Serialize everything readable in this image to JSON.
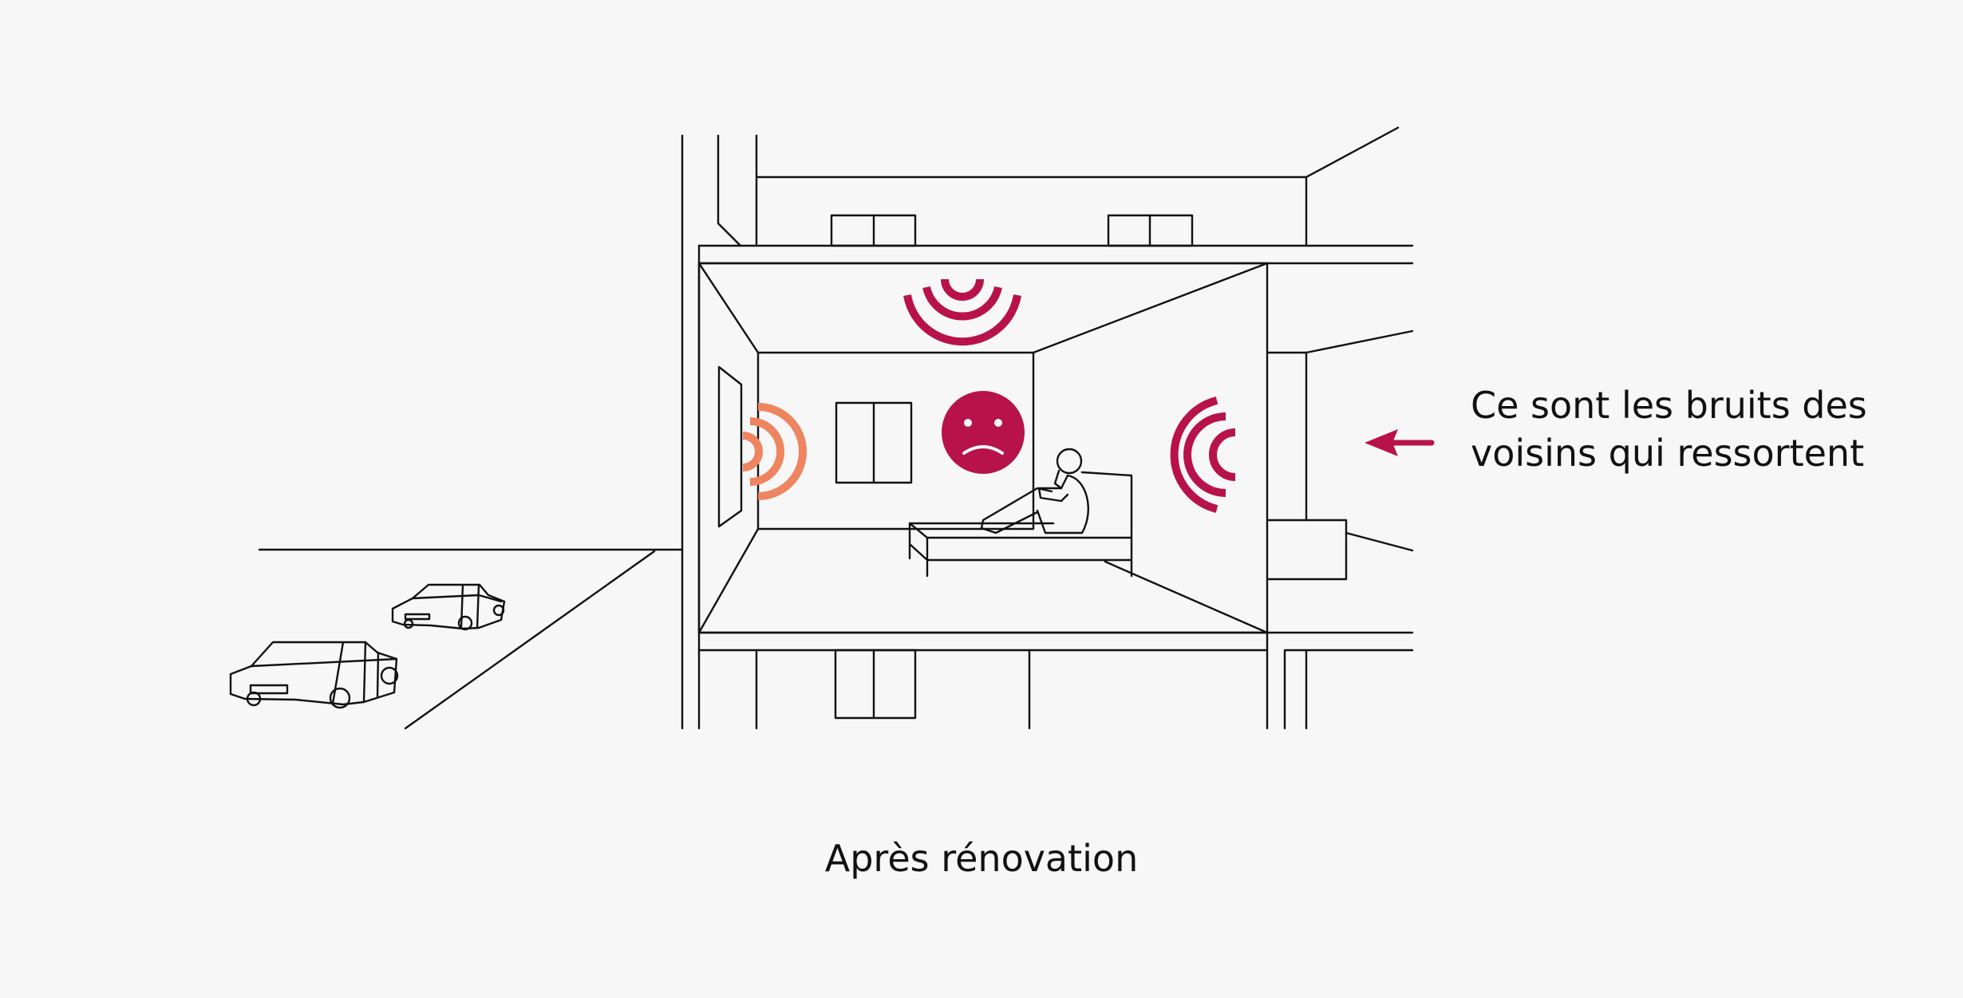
{
  "annotation": {
    "line1": "Ce sont les bruits des",
    "line2": "voisins qui ressortent"
  },
  "caption": "Après rénovation",
  "colors": {
    "background": "#f7f7f7",
    "line": "#111111",
    "crimson": "#b8124a",
    "orange": "#ef8560"
  },
  "icons": {
    "face": "sad-face-icon",
    "arrow": "arrow-left-icon",
    "sound": "sound-wave-icon"
  }
}
